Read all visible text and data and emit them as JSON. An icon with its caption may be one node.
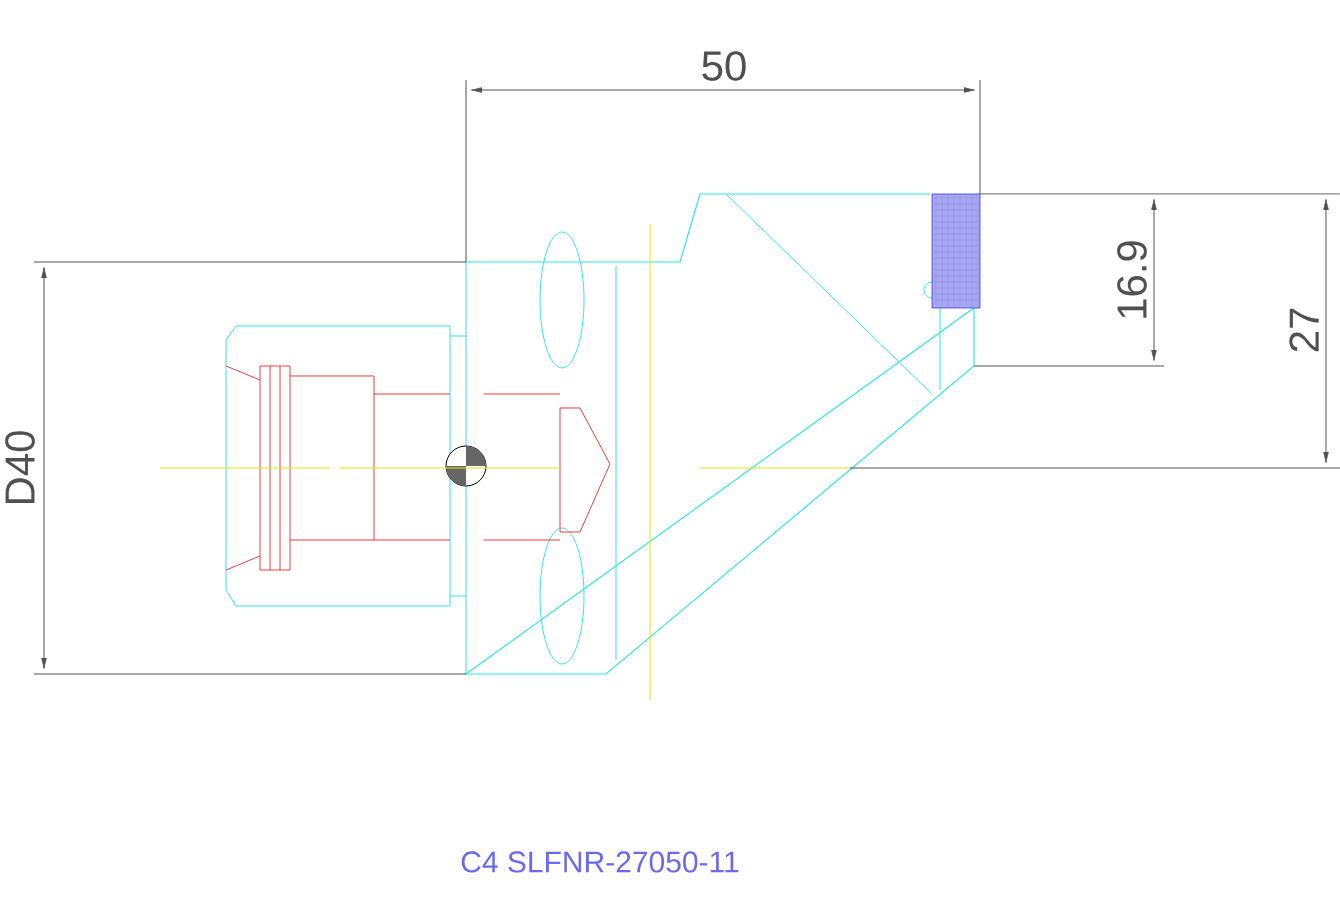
{
  "diagram": {
    "labels": [
      "50",
      "D40",
      "16.9",
      "27",
      "C4 SLFNR-27050-11"
    ]
  }
}
